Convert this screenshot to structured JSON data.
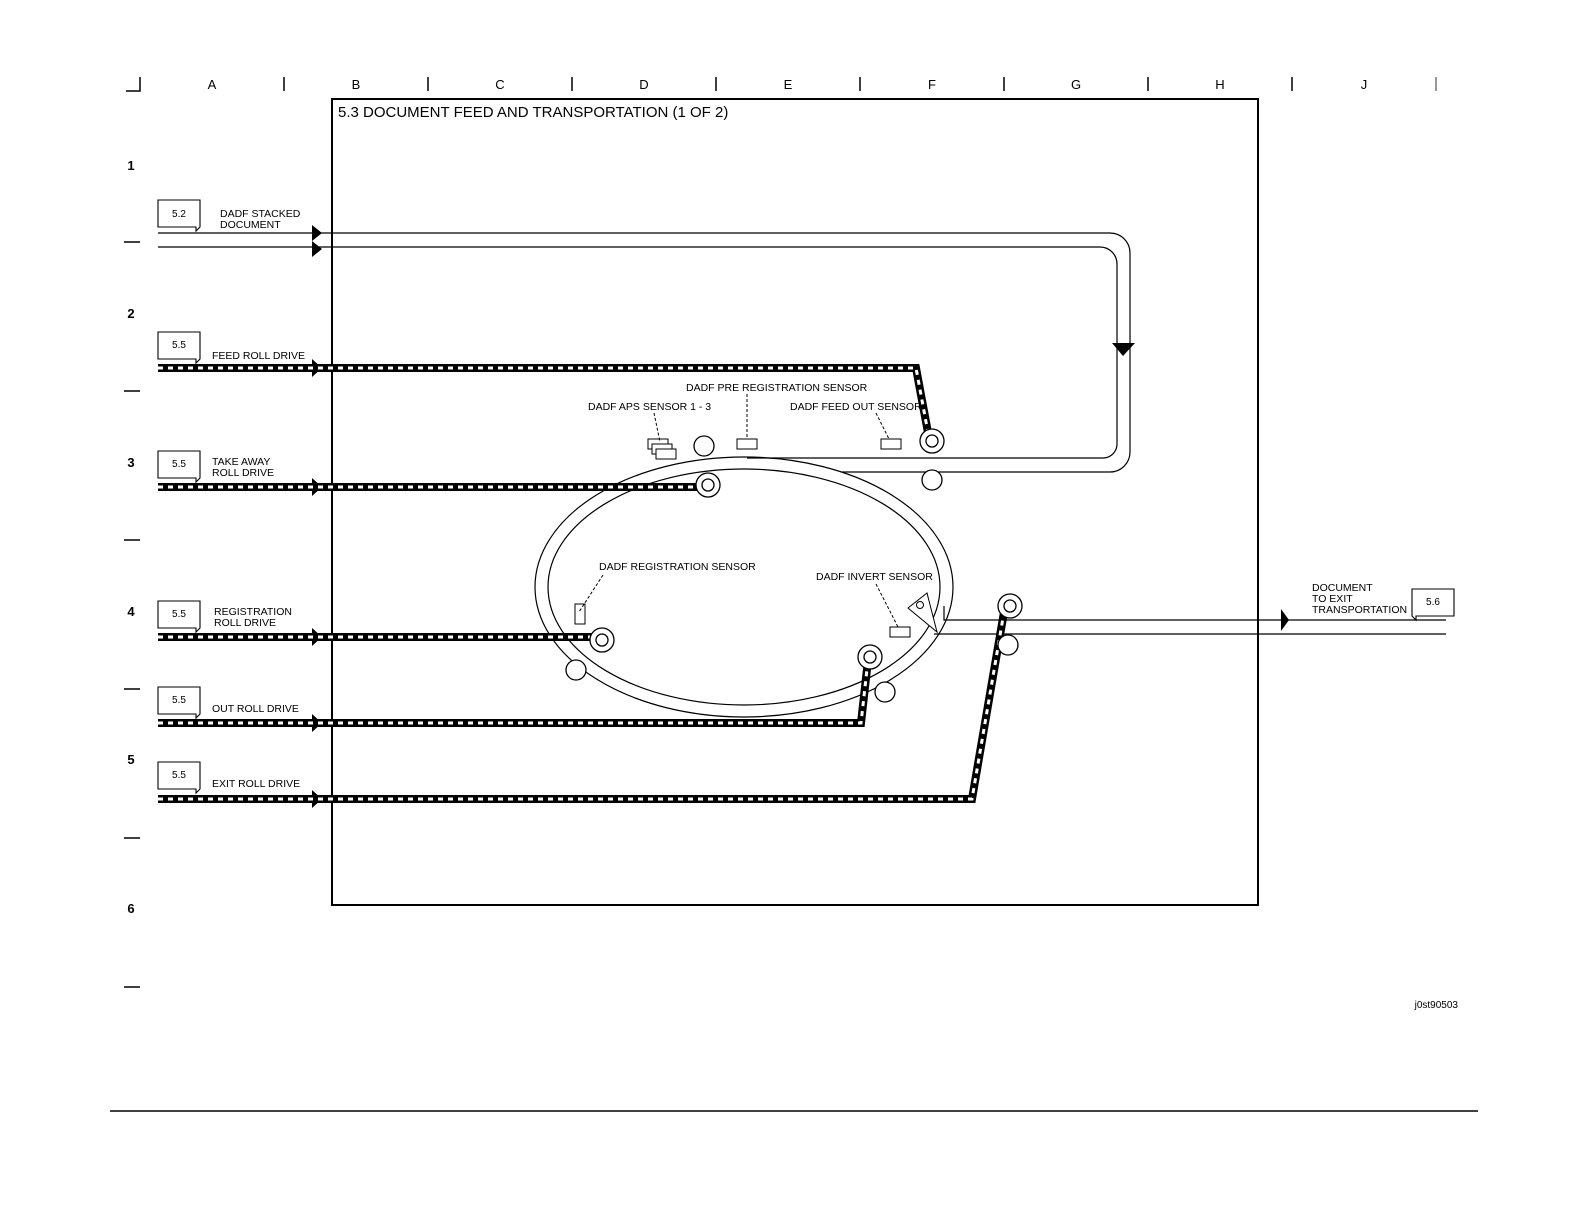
{
  "page": {
    "column_labels": [
      "A",
      "B",
      "C",
      "D",
      "E",
      "F",
      "G",
      "H",
      "J"
    ],
    "row_labels": [
      "1",
      "2",
      "3",
      "4",
      "5",
      "6"
    ],
    "figure_code": "j0st90503"
  },
  "diagram": {
    "title": "5.3 DOCUMENT FEED AND TRANSPORTATION (1 OF 2)",
    "inputs": [
      {
        "ref": "5.2",
        "line1": "DADF STACKED",
        "line2": "DOCUMENT"
      },
      {
        "ref": "5.5",
        "line1": "FEED ROLL DRIVE",
        "line2": ""
      },
      {
        "ref": "5.5",
        "line1": "TAKE AWAY",
        "line2": "ROLL DRIVE"
      },
      {
        "ref": "5.5",
        "line1": "REGISTRATION",
        "line2": "ROLL DRIVE"
      },
      {
        "ref": "5.5",
        "line1": "OUT ROLL DRIVE",
        "line2": ""
      },
      {
        "ref": "5.5",
        "line1": "EXIT ROLL DRIVE",
        "line2": ""
      }
    ],
    "output": {
      "ref": "5.6",
      "line1": "DOCUMENT",
      "line2": "TO EXIT",
      "line3": "TRANSPORTATION"
    },
    "sensors": {
      "pre_registration": "DADF PRE REGISTRATION SENSOR",
      "aps": "DADF APS SENSOR 1 - 3",
      "feed_out": "DADF FEED OUT SENSOR",
      "registration": "DADF REGISTRATION SENSOR",
      "invert": "DADF INVERT SENSOR"
    }
  }
}
